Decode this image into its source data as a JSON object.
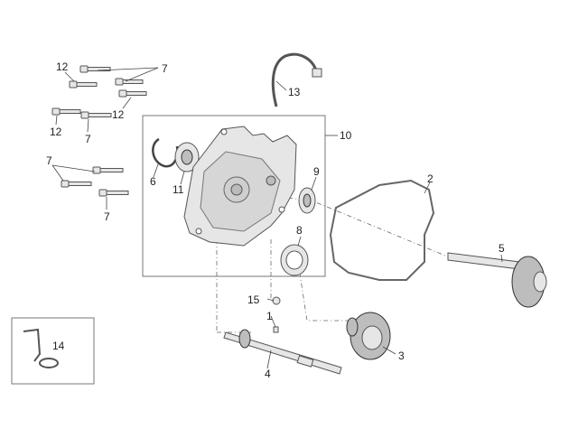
{
  "labels": {
    "l1": "1",
    "l2": "2",
    "l3": "3",
    "l4": "4",
    "l5": "5",
    "l6": "6",
    "l7a": "7",
    "l7b": "7",
    "l7c": "7",
    "l7d": "7",
    "l8": "8",
    "l9": "9",
    "l10": "10",
    "l11": "11",
    "l12a": "12",
    "l12b": "12",
    "l12c": "12",
    "l13": "13",
    "l14": "14",
    "l15": "15"
  },
  "colors": {
    "line": "#555555",
    "fill": "#e6e6e6",
    "text": "#222222"
  }
}
